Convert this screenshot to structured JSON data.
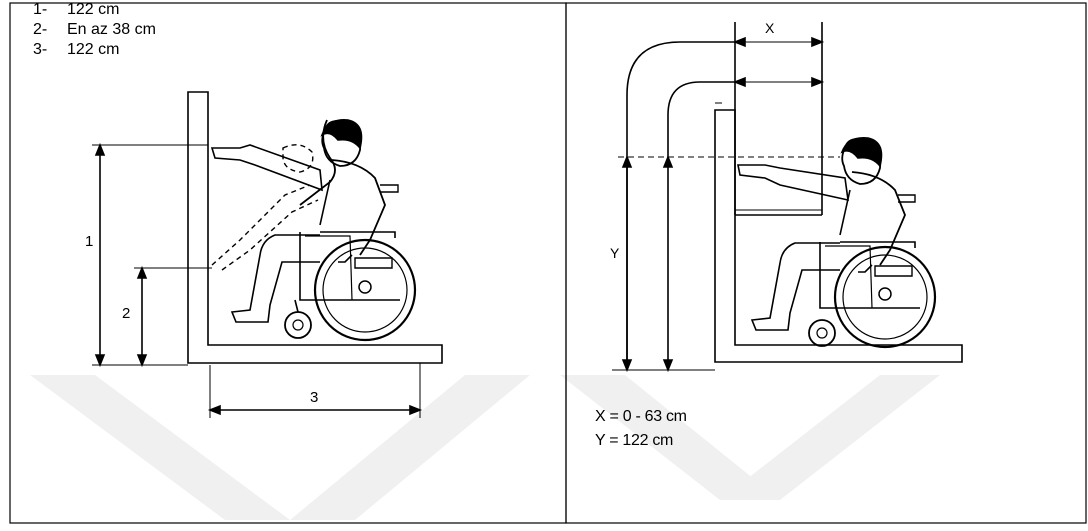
{
  "left_panel": {
    "legend": [
      {
        "num": "1-",
        "text": "122 cm"
      },
      {
        "num": "2-",
        "text": "En az 38 cm"
      },
      {
        "num": "3-",
        "text": "122 cm"
      }
    ],
    "dim_labels": {
      "one": "1",
      "two": "2",
      "three": "3"
    }
  },
  "right_panel": {
    "dim_labels": {
      "x": "X",
      "y": "Y"
    },
    "formulas": [
      "X = 0 - 63 cm",
      "Y = 122 cm"
    ]
  },
  "colors": {
    "line": "#000000",
    "watermark": "#f2f2f2",
    "background": "#ffffff"
  }
}
